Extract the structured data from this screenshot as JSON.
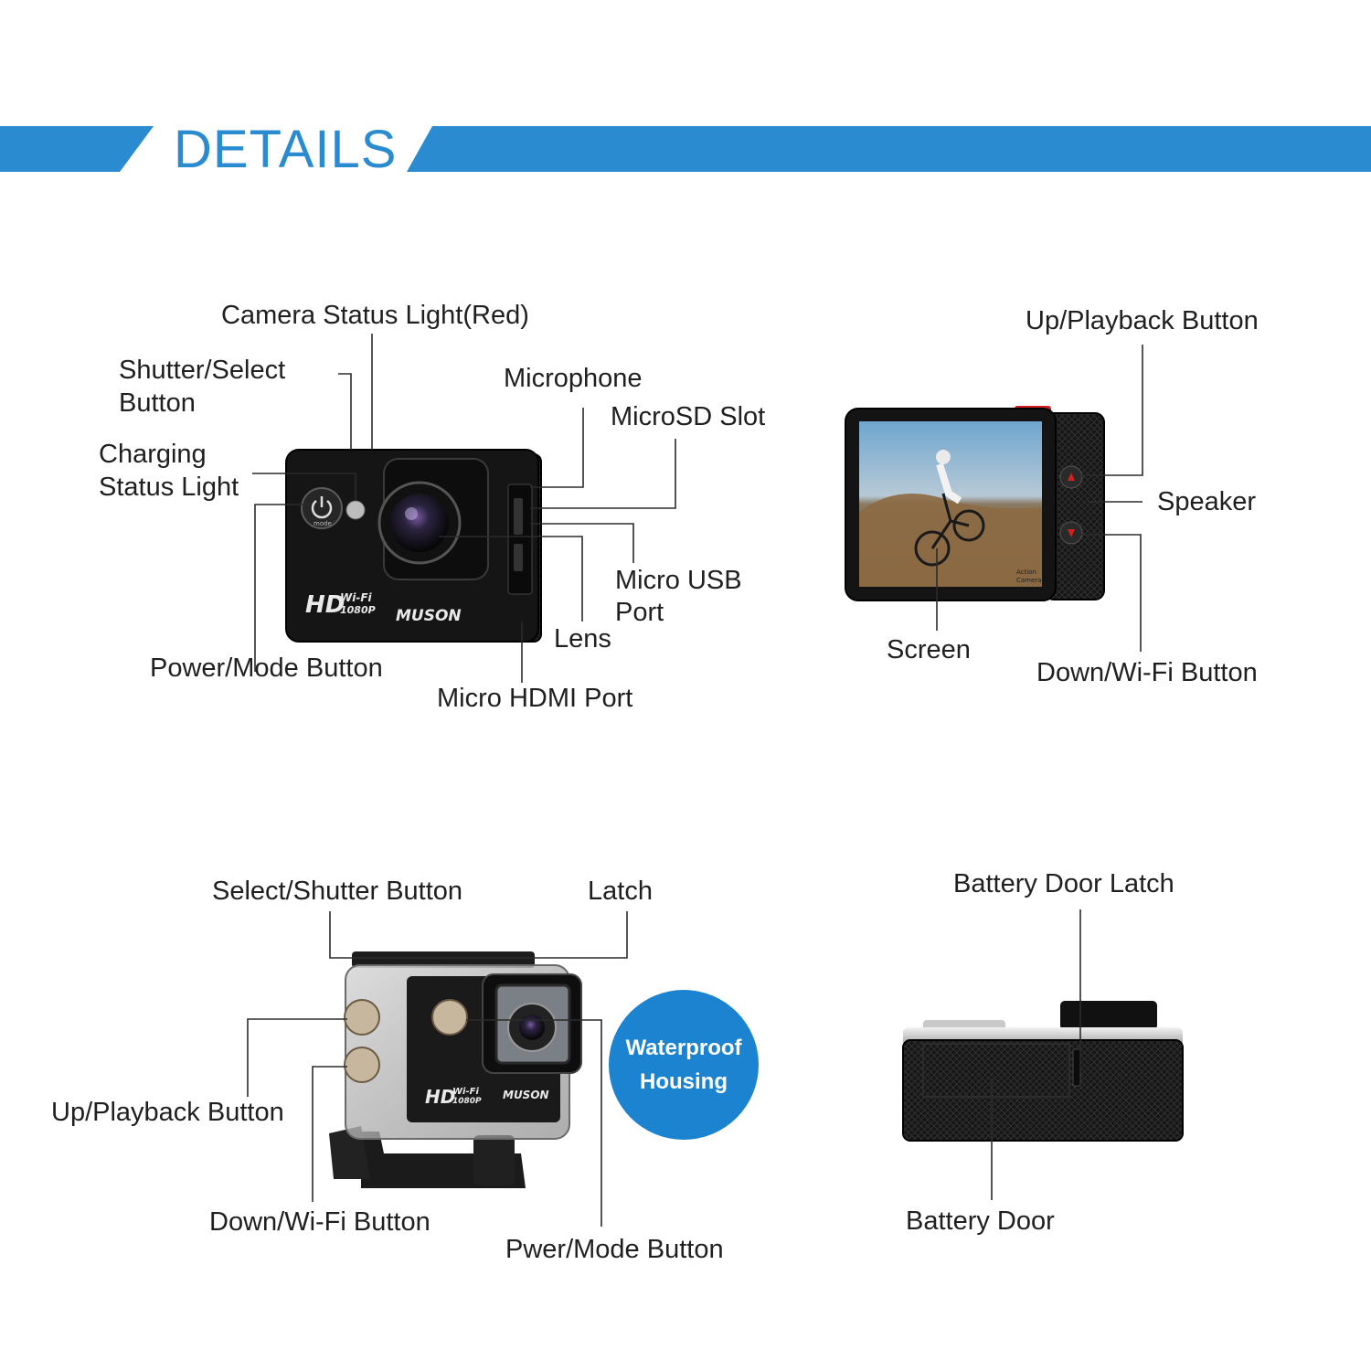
{
  "header": {
    "title": "DETAILS"
  },
  "labels": {
    "camera_status_light": "Camera Status Light(Red)",
    "shutter_select_line1": "Shutter/Select",
    "shutter_select_line2": "Button",
    "charging_line1": "Charging",
    "charging_line2": "Status Light",
    "microphone": "Microphone",
    "microsd_slot": "MicroSD Slot",
    "micro_usb_line1": "Micro USB",
    "micro_usb_line2": "Port",
    "lens": "Lens",
    "power_mode": "Power/Mode Button",
    "micro_hdmi": "Micro HDMI Port",
    "up_playback_back": "Up/Playback Button",
    "speaker": "Speaker",
    "screen": "Screen",
    "down_wifi_back": "Down/Wi-Fi Button",
    "select_shutter_housing": "Select/Shutter Button",
    "latch": "Latch",
    "up_playback_housing": "Up/Playback Button",
    "down_wifi_housing": "Down/Wi-Fi Button",
    "pwer_mode_housing": "Pwer/Mode Button",
    "battery_door_latch": "Battery Door Latch",
    "battery_door": "Battery Door"
  },
  "badge": {
    "line1": "Waterproof",
    "line2": "Housing"
  },
  "camera_markings": {
    "hd": "HD",
    "wifi": "Wi-Fi",
    "resolution": "1080P",
    "brand": "MUSON",
    "mode": "mode",
    "screen_text_line1": "Action",
    "screen_text_line2": "Camera"
  },
  "colors": {
    "accent": "#2a8bd0",
    "badge": "#1b83cf",
    "body": "#141414",
    "status_light": "#d42020"
  }
}
